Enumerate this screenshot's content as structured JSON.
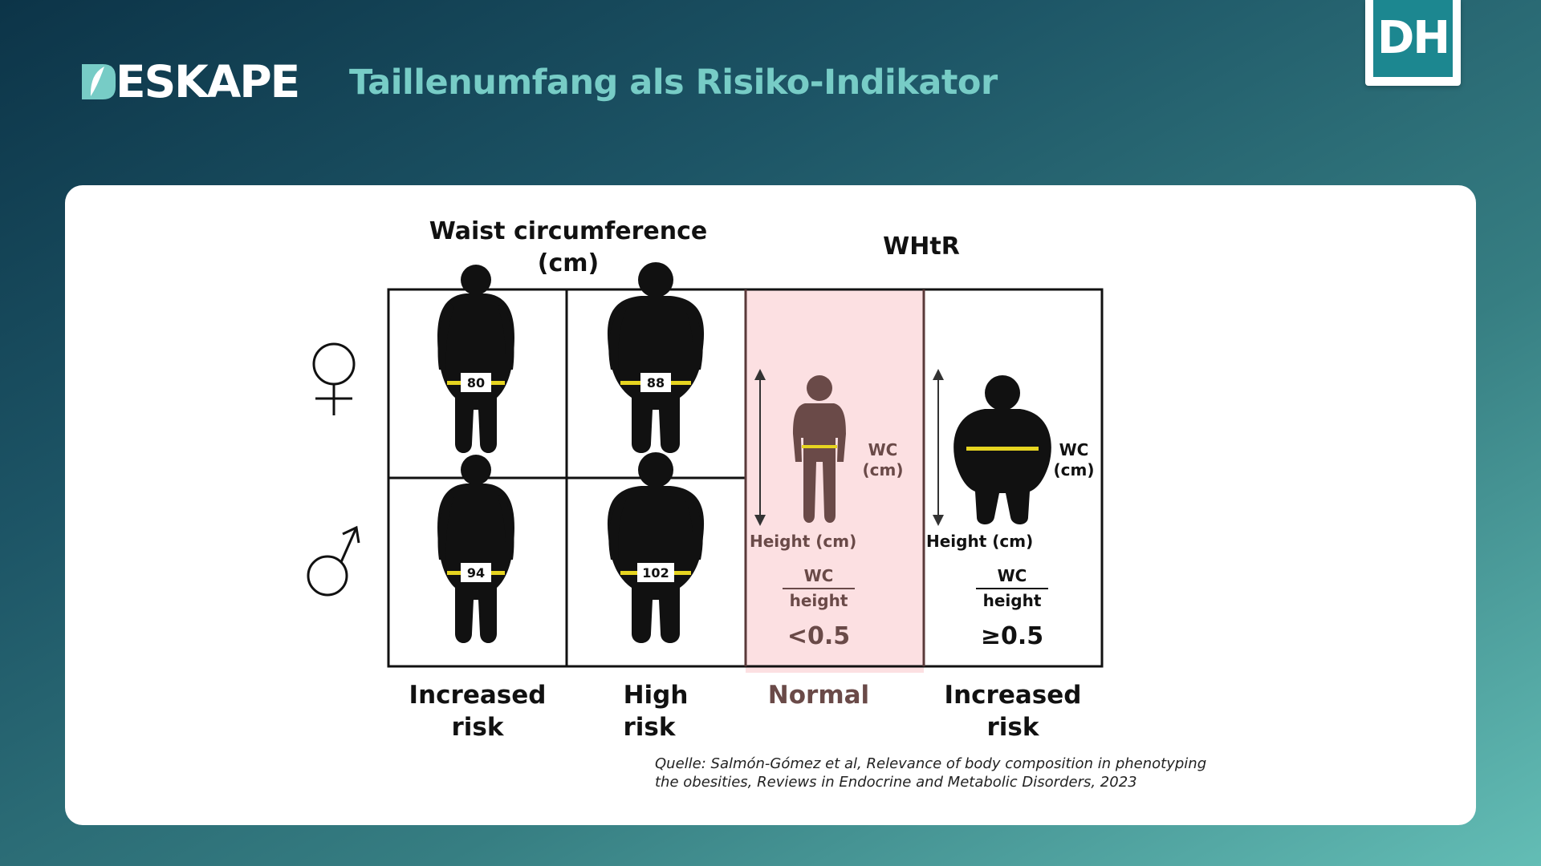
{
  "header": {
    "brand": "ESKAPE",
    "title": "Taillenumfang als Risiko-Indikator",
    "badge": "DH"
  },
  "figure": {
    "wc_heading_line1": "Waist circumference",
    "wc_heading_line2": "(cm)",
    "whtr_heading": "WHtR",
    "thresholds": {
      "female_increased": "80",
      "female_high": "88",
      "male_increased": "94",
      "male_high": "102"
    },
    "whtr_normal": {
      "wc_label_1": "WC",
      "wc_label_2": "(cm)",
      "height_label": "Height (cm)",
      "fraction_top": "WC",
      "fraction_bottom": "height",
      "value": "<0.5"
    },
    "whtr_increased": {
      "wc_label_1": "WC",
      "wc_label_2": "(cm)",
      "height_label": "Height (cm)",
      "fraction_top": "WC",
      "fraction_bottom": "height",
      "value": "≥0.5"
    },
    "risk_labels": {
      "increased_1_a": "Increased",
      "increased_1_b": "risk",
      "high_a": "High",
      "high_b": "risk",
      "normal": "Normal",
      "increased_2_a": "Increased",
      "increased_2_b": "risk"
    },
    "colors": {
      "normal_highlight": "#fce0e2",
      "tape": "#e6d420",
      "normal_figure": "#6a4a48"
    }
  },
  "source": {
    "line1": "Quelle: Salmón-Gómez et al, Relevance of body composition in phenotyping",
    "line2": "the obesities, Reviews in Endocrine and Metabolic Disorders, 2023"
  }
}
